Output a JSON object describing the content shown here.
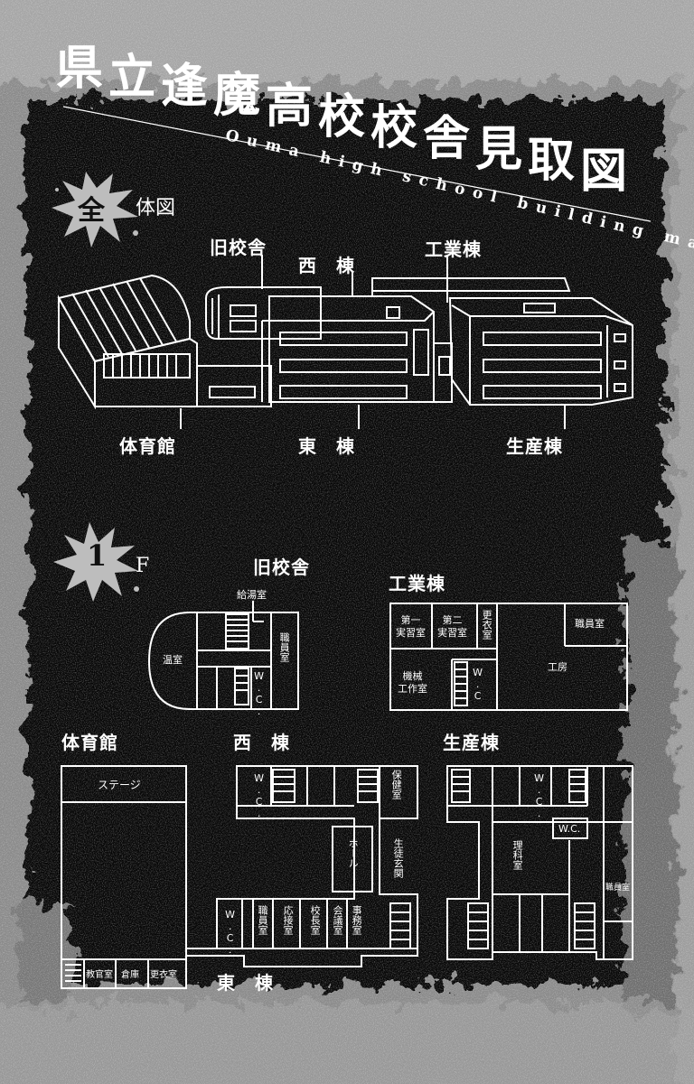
{
  "title": {
    "chars": [
      "県",
      "立",
      "逢",
      "魔",
      "高",
      "校",
      "校",
      "舎",
      "見",
      "取",
      "図"
    ],
    "subtitle": "Ouma high school building map"
  },
  "overview": {
    "badge": "全",
    "heading": "体図",
    "labels": {
      "old_building": "旧校舎",
      "west": "西　棟",
      "industry": "工業棟",
      "gym": "体育館",
      "east": "東　棟",
      "production": "生産棟"
    }
  },
  "floor1": {
    "badge": "1",
    "heading": "F",
    "old_building": {
      "label": "旧校舎",
      "rooms": {
        "kyuto": "給湯室",
        "onshitsu": "温室",
        "shokuin": "職員室",
        "wc": "W.C."
      }
    },
    "industry": {
      "label": "工業棟",
      "rooms": {
        "jisshu1": "第一\n実習室",
        "jisshu2": "第二\n実習室",
        "koui": "更衣室",
        "shokuin": "職員室",
        "kikai": "機械\n工作室",
        "wc": "W.C.",
        "kobo": "工房"
      }
    },
    "gym": {
      "label": "体育館",
      "rooms": {
        "stage": "ステージ",
        "kyokan": "教官室",
        "souko": "倉庫",
        "koui": "更衣室"
      }
    },
    "west": {
      "label": "西　棟",
      "rooms": {
        "wc": "W.C.",
        "hoken": "保健室",
        "hall": "ホール",
        "genkan": "生徒玄関"
      }
    },
    "east": {
      "label": "東　棟",
      "rooms": {
        "wc": "W.C.",
        "shokuin": "職員室",
        "ousetsu": "応接室",
        "kochou": "校長室",
        "kaigi": "会議室",
        "jimu": "事務室"
      }
    },
    "production": {
      "label": "生産棟",
      "rooms": {
        "wc1": "W.C.",
        "wc2": "W.C.",
        "rika": "理科室",
        "shokuin": "職員室"
      }
    }
  }
}
